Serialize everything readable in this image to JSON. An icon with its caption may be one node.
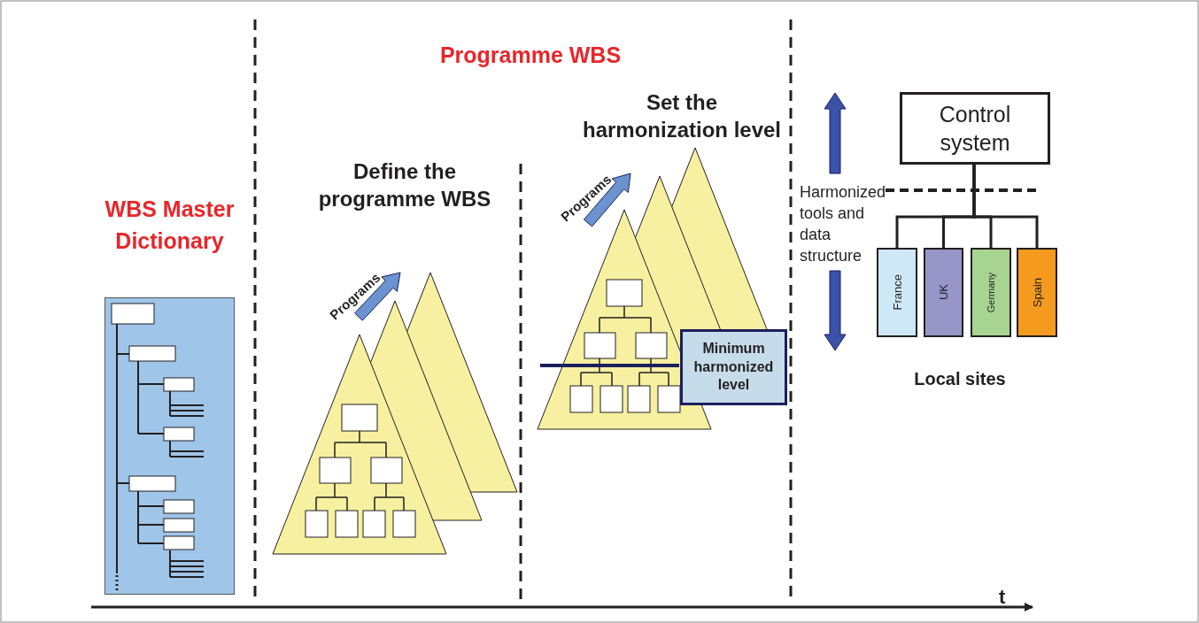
{
  "diagram": {
    "nodes": [
      {
        "text": [
          "WBS Master Dictionary"
        ]
      },
      {
        "text": [
          "Control system"
        ]
      },
      {
        "text": [
          "France"
        ]
      },
      {
        "text": [
          "UK"
        ]
      },
      {
        "text": [
          "Germany"
        ]
      },
      {
        "text": [
          "Spain"
        ]
      },
      {
        "text": [
          "Minimum harmonized level"
        ]
      }
    ],
    "edges": [
      {
        "from": 1,
        "to": 2,
        "arrow": "none"
      },
      {
        "from": 1,
        "to": 3,
        "arrow": "none"
      },
      {
        "from": 1,
        "to": 4,
        "arrow": "none"
      },
      {
        "from": 1,
        "to": 5,
        "arrow": "none"
      }
    ],
    "labels": [
      "Programme WBS",
      "Set the harmonization level",
      "Define the programme WBS",
      "Programs",
      "Programs",
      "Harmonized tools and data structure",
      "Local sites",
      "t"
    ]
  }
}
